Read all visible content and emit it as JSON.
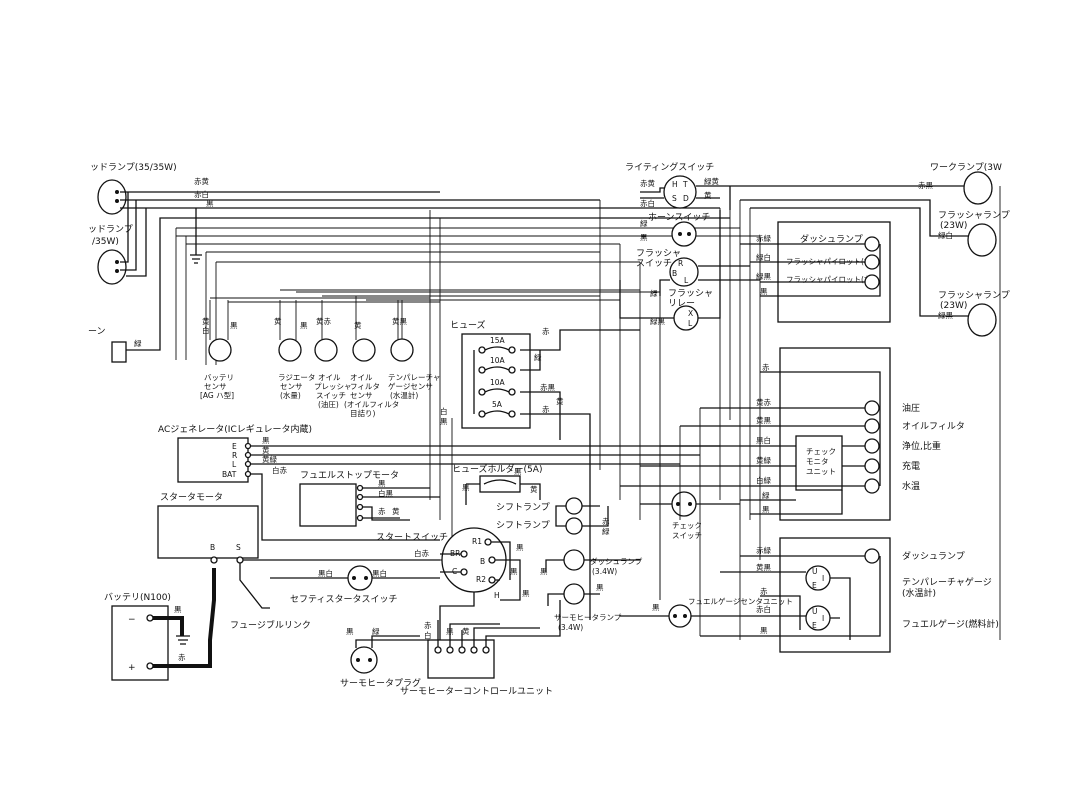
{
  "labels": {
    "headlamp_top": "ッドランプ(35/35W)",
    "headlamp_bottom_a": "ッドランプ",
    "headlamp_bottom_b": "/35W)",
    "horn": "ーン",
    "lighting_switch": "ライティングスイッチ",
    "work_lamp": "ワークランプ(3W",
    "horn_switch": "ホーンスイッチ",
    "flasher_lamp_top_a": "フラッシャランプ",
    "flasher_lamp_top_b": "(23W)",
    "flasher_switch_a": "フラッシャ",
    "flasher_switch_b": "スイッチ",
    "flasher_relay_a": "フラッシャ",
    "flasher_relay_b": "リレー",
    "dash_lamp_top": "ダッシュランプ",
    "flasher_pilot_right": "フラッシャパイロット(右)",
    "flasher_pilot_left": "フラッシャパイロット(左)",
    "flasher_lamp_bottom_a": "フラッシャランプ",
    "flasher_lamp_bottom_b": "(23W)",
    "fuse": "ヒューズ",
    "battery_sensor": [
      "バッテリ",
      "センサ",
      "[AG ハ型]"
    ],
    "radiator_sensor": [
      "ラジエータ",
      "センサ",
      "(水量)"
    ],
    "oil_pressure_switch": [
      "オイル",
      "プレッシャ",
      "スイッチ",
      "(油圧)"
    ],
    "oil_filter_sensor": [
      "オイル",
      "フィルタ",
      "センサ",
      "(オイルフィルタ",
      "目詰り)"
    ],
    "temp_gauge_sensor": [
      "テンパレーチャ",
      "ゲージセンサ",
      "(水温計)"
    ],
    "ac_generator": "ACジェネレータ(ICレギュレータ内蔵)",
    "fuel_stop_motor": "フュエルストップモータ",
    "fuse_holder": "ヒューズホルダー(5A)",
    "starter_motor": "スタータモータ",
    "start_switch": "スタートスイッチ",
    "shift_lamp_1": "シフトランプ",
    "shift_lamp_2": "シフトランプ",
    "check_switch": [
      "チェック",
      "スイッチ"
    ],
    "dash_lamp_mid_a": "ダッシュランプ",
    "dash_lamp_mid_b": "(3.4W)",
    "safety_starter_switch": "セフティスタータスイッチ",
    "battery": "バッテリ(N100)",
    "fusible_link": "フュージブルリンク",
    "thermo_heater_plug": "サーモヒータプラグ",
    "thermo_heater_control": "サーモヒーターコントロールユニット",
    "thermo_heater_lamp_a": "サーモヒータランプ",
    "thermo_heater_lamp_b": "(3.4W)",
    "fuel_gauge_sensor_unit": "フュエルゲージセンタユニット",
    "check_monitor_unit": [
      "チェック",
      "モニタ",
      "ユニット"
    ],
    "oil_pressure": "油圧",
    "oil_filter": "オイルフィルタ",
    "filter_ratio": "浄位,比重",
    "charge": "充電",
    "water_temp": "水温",
    "dash_lamp_bottom": "ダッシュランプ",
    "temp_gauge_a": "テンパレーチャゲージ",
    "temp_gauge_b": "(水温計)",
    "fuel_gauge": "フュエルゲージ(燃料計)"
  },
  "wire_colors": {
    "aka_ki": "赤黄",
    "aka_shiro": "赤白",
    "kuro": "黒",
    "midori": "緑",
    "ki": "黄",
    "shiro": "白",
    "aka": "赤",
    "aka_kuro": "赤黒",
    "ki_aka": "黄赤",
    "kuro_shiro": "黒白",
    "ki_kuro": "黄黒",
    "ki_midori": "黄緑",
    "midori_shiro": "緑白",
    "midori_kuro": "緑黒",
    "shiro_aka": "白赤",
    "shiro_kuro": "白黒",
    "aka_midori": "赤緑",
    "midori_ki": "緑黄",
    "kuro_ki": "黒黄",
    "shiro_midori": "白緑"
  },
  "fuses": [
    "15A",
    "10A",
    "10A",
    "5A"
  ],
  "switch_terminals": {
    "lighting": [
      "H",
      "T",
      "S",
      "D"
    ],
    "flasher": [
      "R",
      "B",
      "L"
    ],
    "relay": [
      "X",
      "L"
    ],
    "start": [
      "R1",
      "BR",
      "B",
      "C",
      "R2",
      "H"
    ],
    "generator": [
      "E",
      "R",
      "L",
      "BAT"
    ],
    "starter": [
      "B",
      "S"
    ],
    "gauge_top": [
      "U",
      "I",
      "E"
    ],
    "gauge_bottom": [
      "U",
      "I",
      "E"
    ]
  },
  "battery_signs": {
    "minus": "−",
    "plus": "+"
  }
}
